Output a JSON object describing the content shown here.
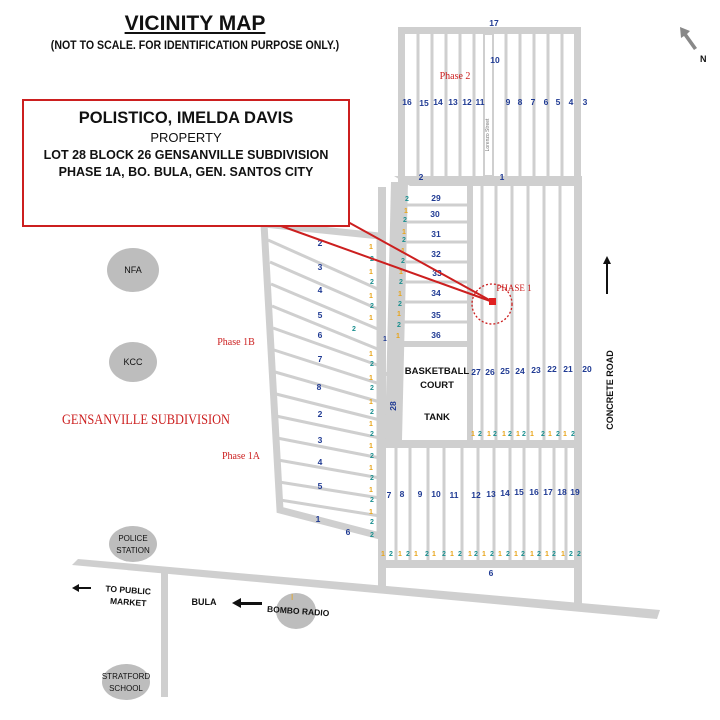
{
  "title": "VICINITY MAP",
  "subtitle": "(NOT TO SCALE. FOR IDENTIFICATION PURPOSE ONLY.)",
  "property_box": {
    "owner": "POLISTICO,  IMELDA DAVIS",
    "type": "PROPERTY",
    "lot_line": "LOT  28  BLOCK 26  GENSANVILLE SUBDIVISION",
    "location": "PHASE 1A, BO. BULA,  GEN. SANTOS CITY"
  },
  "north_label": "N",
  "area_labels": {
    "subdivision": "GENSANVILLE SUBDIVISION",
    "phase1": "PHASE 1",
    "phase1a": "Phase 1A",
    "phase1b": "Phase 1B",
    "phase2": "Phase 2"
  },
  "landmarks": {
    "nfa": "NFA",
    "kcc": "KCC",
    "police": [
      "POLICE",
      "STATION"
    ],
    "bombo": "BOMBO RADIO",
    "stratford": [
      "STRATFORD",
      "SCHOOL"
    ],
    "basketball": [
      "BASKETBALL",
      "COURT"
    ],
    "tank": "TANK"
  },
  "road_labels": {
    "concrete": "CONCRETE ROAD",
    "bula": "BULA",
    "public_market": [
      "TO PUBLIC",
      "MARKET"
    ]
  },
  "block_labels": {
    "phase2_top": "17",
    "phase2_lot10": "10",
    "phase2_row": [
      "16",
      "15",
      "14",
      "13",
      "12",
      "11",
      "9",
      "8",
      "7",
      "6",
      "5",
      "4",
      "3"
    ],
    "phase2_bottom": [
      "2",
      "1"
    ],
    "phase2_street": "Lorenzo Street",
    "center_col": [
      "29",
      "30",
      "31",
      "32",
      "33",
      "34",
      "35",
      "36"
    ],
    "block28": "28",
    "right_row": [
      "27",
      "26",
      "25",
      "24",
      "23",
      "22",
      "21",
      "20"
    ],
    "lower_row": [
      "7",
      "8",
      "9",
      "10",
      "11",
      "12",
      "13",
      "14",
      "15",
      "16",
      "17",
      "18",
      "19"
    ],
    "bottom_block": "6",
    "phase1b_blocks": [
      "2",
      "3",
      "4",
      "5",
      "6",
      "7",
      "8"
    ],
    "phase1a_blocks": [
      "2",
      "3",
      "4",
      "5",
      "1",
      "6"
    ]
  },
  "lot_ticks": {
    "numbers": [
      "1",
      "2"
    ],
    "colors": {
      "odd": "#e8a317",
      "even": "#1a8f8f"
    }
  },
  "colors": {
    "road": "#cfcfcf",
    "red": "#cc1f1f",
    "block_text": "#1f3a93",
    "landmark": "#bdbdbd"
  }
}
